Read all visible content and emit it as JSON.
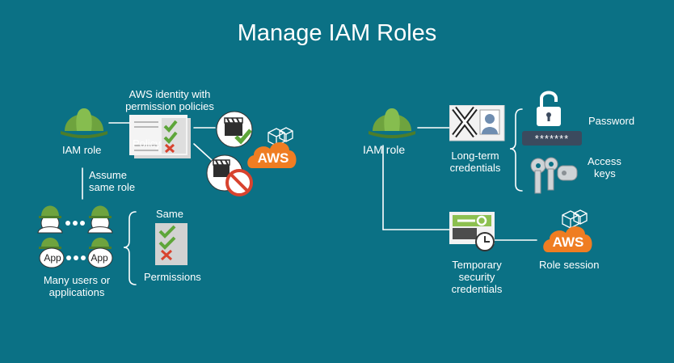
{
  "title": "Manage IAM Roles",
  "left": {
    "iam_role_label": "IAM role",
    "identity_label_1": "AWS identity with",
    "identity_label_2": "permission policies",
    "policy_label": "Policy",
    "aws_label": "AWS",
    "assume_label_1": "Assume",
    "assume_label_2": "same role",
    "app_label": "App",
    "users_label_1": "Many users or",
    "users_label_2": "applications",
    "same_label": "Same",
    "permissions_label": "Permissions"
  },
  "right": {
    "iam_role_label": "IAM role",
    "longterm_label_1": "Long-term",
    "longterm_label_2": "credentials",
    "password_label": "Password",
    "password_mask": "*******",
    "access_label_1": "Access",
    "access_label_2": "keys",
    "temp_label_1": "Temporary",
    "temp_label_2": "security",
    "temp_label_3": "credentials",
    "aws_label": "AWS",
    "session_label": "Role session"
  },
  "colors": {
    "background": "#0b7185",
    "helmet": "#6ea33e",
    "check": "#5ea63a",
    "cross": "#d8432e",
    "aws_orange": "#ef7d22",
    "lock": "#3b4a5e",
    "text": "#ffffff"
  }
}
